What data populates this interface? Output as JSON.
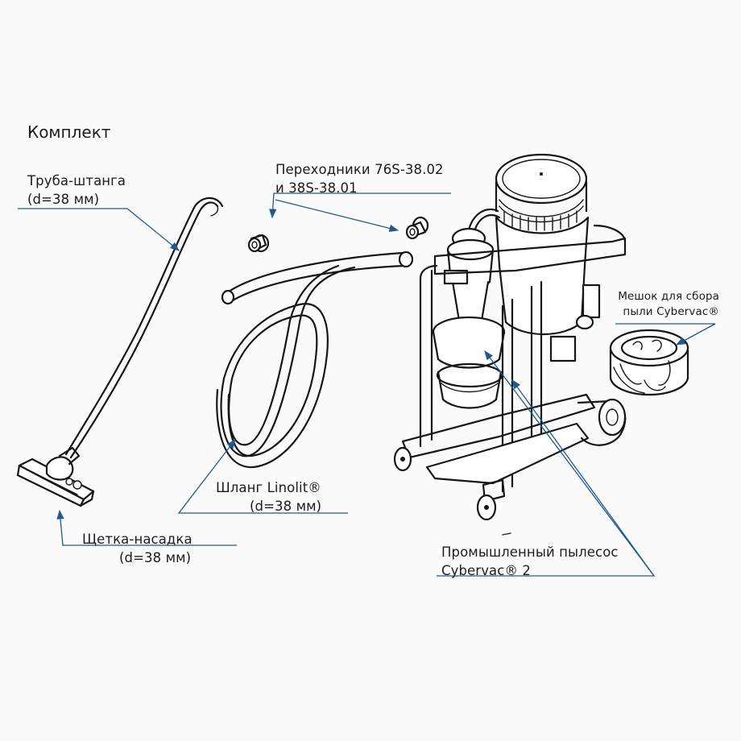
{
  "title": "Комплект",
  "colors": {
    "leader": "#1e5a8f",
    "ink": "#161616",
    "background": "#fbfbfb"
  },
  "labels": {
    "rod": {
      "line1": "Труба-штанга",
      "line2": "(d=38 мм)"
    },
    "adapters": {
      "line1": "Переходники 76S-38.02",
      "line2": "и 38S-38.01"
    },
    "bag": {
      "line1": "Мешок для сбора",
      "line2": "пыли Cybervac®"
    },
    "hose": {
      "line1": "Шланг Linolit®",
      "line2": "(d=38 мм)"
    },
    "brush": {
      "line1": "Щетка-насадка",
      "line2": "(d=38 мм)"
    },
    "vacuum": {
      "line1": "Промышленный пылесос",
      "line2": "Cybervac® 2"
    }
  }
}
